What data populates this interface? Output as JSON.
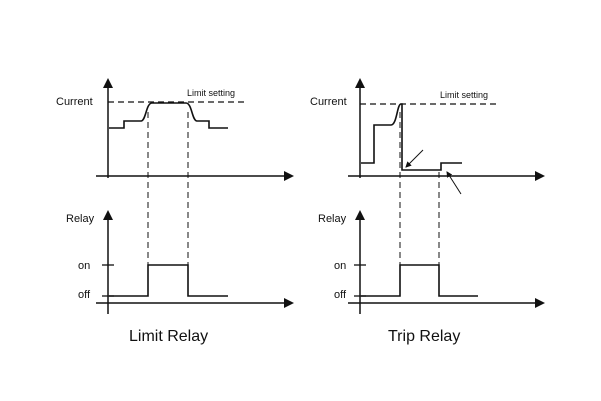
{
  "colors": {
    "ink": "#111111",
    "background": "#ffffff"
  },
  "left": {
    "title": "Limit Relay",
    "current_label": "Current",
    "limit_label": "Limit setting",
    "relay_label": "Relay",
    "on_label": "on",
    "off_label": "off"
  },
  "right": {
    "title": "Trip Relay",
    "current_label": "Current",
    "limit_label": "Limit setting",
    "relay_label": "Relay",
    "on_label": "on",
    "off_label": "off"
  }
}
